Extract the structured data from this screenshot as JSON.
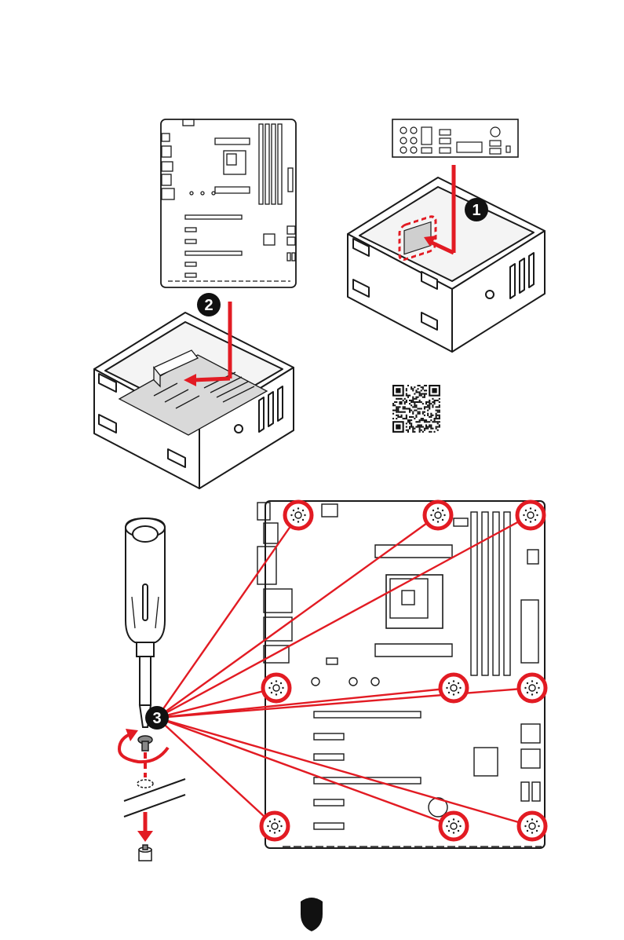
{
  "steps": [
    {
      "number": "1"
    },
    {
      "number": "2"
    },
    {
      "number": "3"
    }
  ],
  "colors": {
    "line": "#1a1a1a",
    "accent": "#e21b23",
    "board_fill": "#d9d9d9",
    "background": "#ffffff",
    "badge": "#111111"
  },
  "icons": [
    "screwdriver-icon",
    "screw-icon",
    "standoff-icon",
    "rotate-arrow-icon",
    "down-arrow-icon",
    "qr-code-icon",
    "shield-icon"
  ]
}
